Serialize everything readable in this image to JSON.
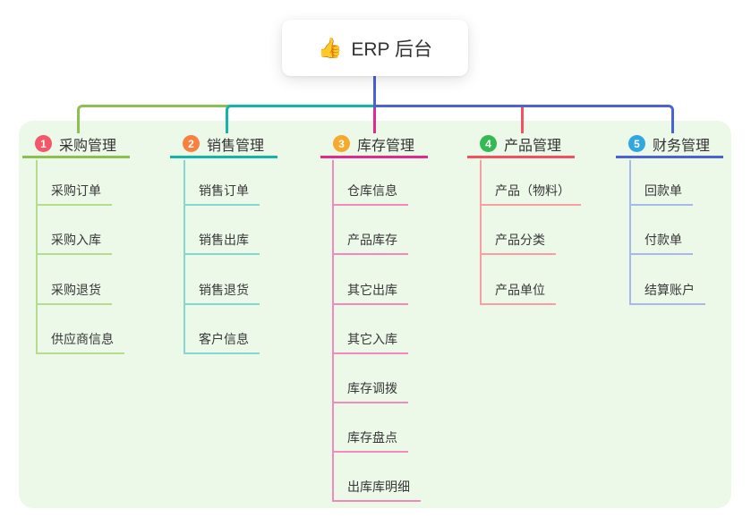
{
  "root_node": {
    "icon": "thumbs-up",
    "icon_glyph": "👍",
    "title": "ERP 后台"
  },
  "panel": {
    "background": "#ecf8e8"
  },
  "connector": {
    "root_color": "#4a62d2"
  },
  "branches": [
    {
      "badge": "1",
      "label": "采购管理",
      "badge_color": "#f4566a",
      "color": "#8cc152",
      "child_color": "#b5dd8e",
      "children": [
        "采购订单",
        "采购入库",
        "采购退货",
        "供应商信息"
      ]
    },
    {
      "badge": "2",
      "label": "销售管理",
      "badge_color": "#f9813f",
      "color": "#13b5a9",
      "child_color": "#84d8d1",
      "children": [
        "销售订单",
        "销售出库",
        "销售退货",
        "客户信息"
      ]
    },
    {
      "badge": "3",
      "label": "库存管理",
      "badge_color": "#f7a92d",
      "color": "#e22a8d",
      "child_color": "#f28ac0",
      "children": [
        "仓库信息",
        "产品库存",
        "其它出库",
        "其它入库",
        "库存调拨",
        "库存盘点",
        "出库库明细"
      ]
    },
    {
      "badge": "4",
      "label": "产品管理",
      "badge_color": "#35b954",
      "color": "#f5505e",
      "child_color": "#f89fa2",
      "children": [
        "产品（物料）",
        "产品分类",
        "产品单位"
      ]
    },
    {
      "badge": "5",
      "label": "财务管理",
      "badge_color": "#2fa7e0",
      "color": "#4a62d2",
      "child_color": "#a6b9e9",
      "children": [
        "回款单",
        "付款单",
        "结算账户"
      ]
    }
  ]
}
